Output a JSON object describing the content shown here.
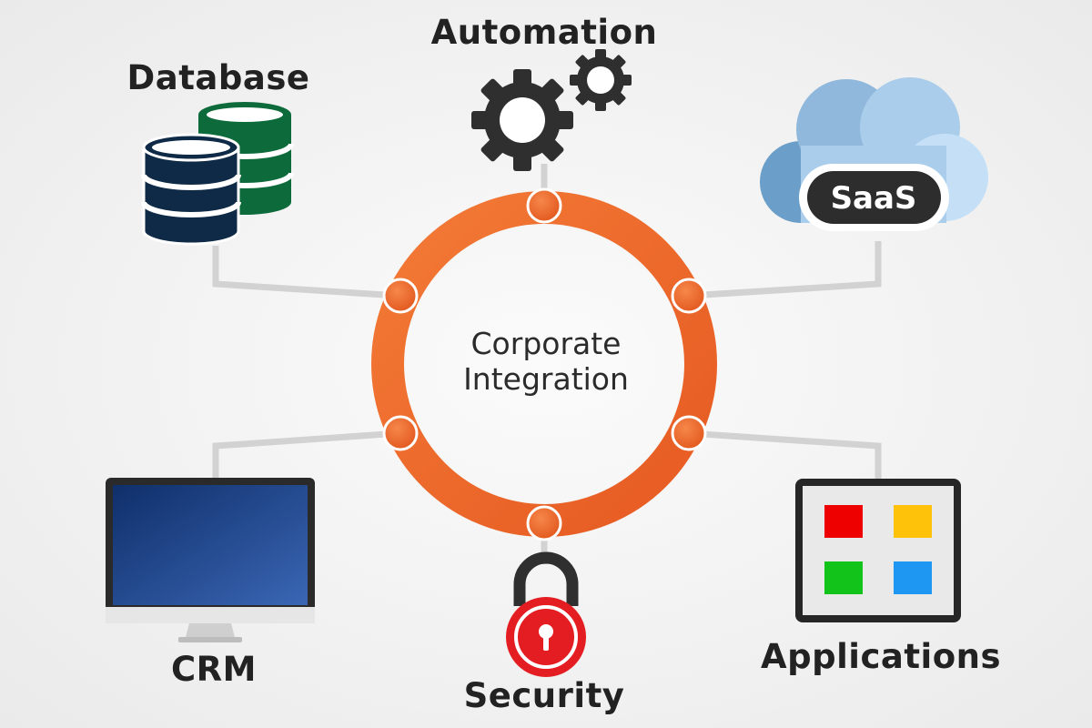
{
  "center": {
    "line1": "Corporate",
    "line2": "Integration"
  },
  "nodes": {
    "automation": "Automation",
    "database": "Database",
    "saas": "SaaS",
    "crm": "CRM",
    "security": "Security",
    "applications": "Applications"
  },
  "colors": {
    "ring": "#ef6a2c",
    "connector": "#d2d2d2",
    "database_front": "#0e2a46",
    "database_back": "#0d6a3b",
    "gear": "#2f2f2f",
    "cloud": "#9fc6e6",
    "lock": "#e41d22",
    "monitor_screen": "#1f3f80",
    "app_tiles": [
      "#ee0000",
      "#ffc20a",
      "#12c41a",
      "#1e97f2"
    ]
  }
}
